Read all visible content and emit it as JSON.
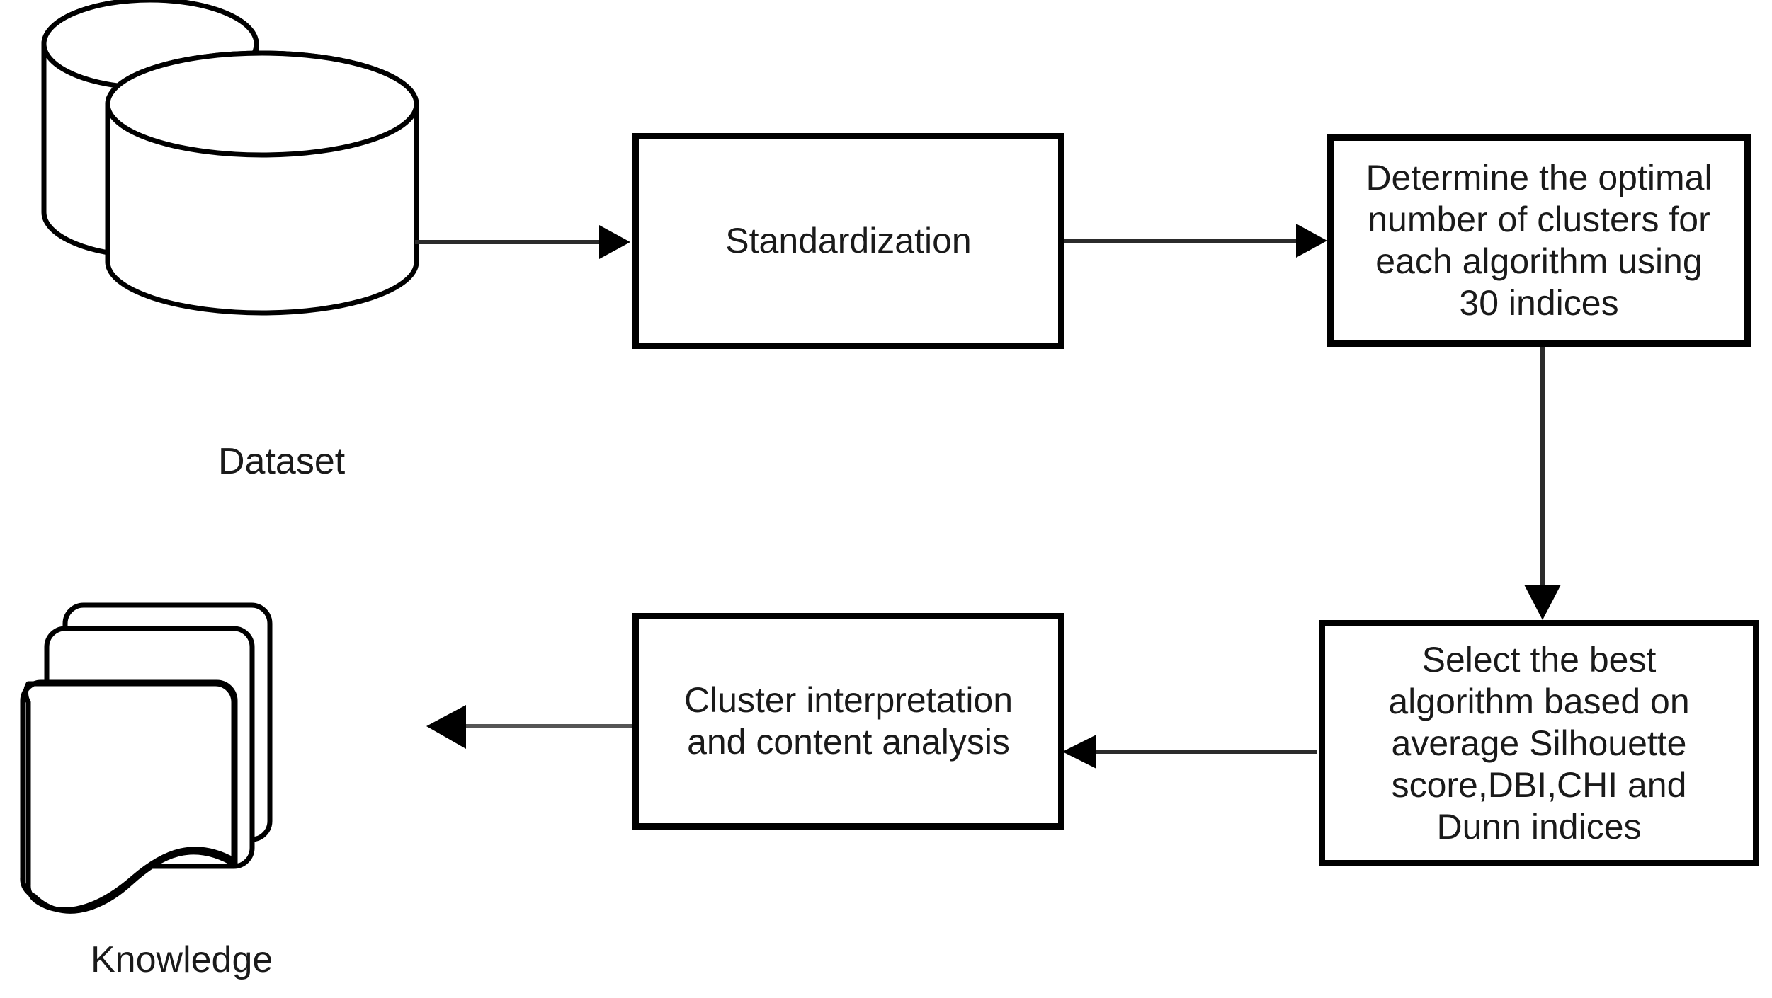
{
  "diagram": {
    "title": "Clustering analysis workflow flowchart",
    "background_color": "#ffffff",
    "stroke_color": "#000000",
    "text_color": "#1a1a1a",
    "connector_color": "#2b2b2b"
  },
  "nodes": {
    "dataset": {
      "shape": "double-cylinder",
      "caption": "Dataset"
    },
    "standardization": {
      "shape": "rectangle",
      "label": "Standardization"
    },
    "determine_clusters": {
      "shape": "rectangle",
      "label": "Determine the optimal\nnumber of clusters for\neach algorithm using\n30 indices",
      "lines": [
        "Determine the optimal",
        "number of clusters for",
        "each algorithm using",
        "30 indices"
      ]
    },
    "select_algorithm": {
      "shape": "rectangle",
      "label": "Select the best\nalgorithm based on\naverage Silhouette\nscore,DBI,CHI and\nDunn indices",
      "lines": [
        "Select the best",
        "algorithm based on",
        "average Silhouette",
        "score,DBI,CHI and",
        "Dunn indices"
      ]
    },
    "cluster_interpretation": {
      "shape": "rectangle",
      "label": "Cluster interpretation\nand content analysis",
      "lines": [
        "Cluster interpretation",
        "and content analysis"
      ]
    },
    "knowledge": {
      "shape": "document-stack",
      "caption": "Knowledge"
    }
  },
  "edges": [
    {
      "id": "dataset-to-standardization",
      "from": "dataset",
      "to": "standardization",
      "direction": "right",
      "label": ""
    },
    {
      "id": "standardization-to-determine",
      "from": "standardization",
      "to": "determine_clusters",
      "direction": "right",
      "label": ""
    },
    {
      "id": "determine-to-select",
      "from": "determine_clusters",
      "to": "select_algorithm",
      "direction": "down",
      "label": ""
    },
    {
      "id": "select-to-interpretation",
      "from": "select_algorithm",
      "to": "cluster_interpretation",
      "direction": "left",
      "label": ""
    },
    {
      "id": "interpretation-to-knowledge",
      "from": "cluster_interpretation",
      "to": "knowledge",
      "direction": "left",
      "label": ""
    }
  ]
}
